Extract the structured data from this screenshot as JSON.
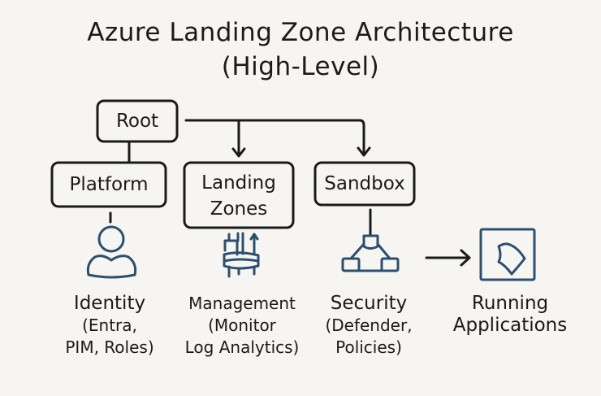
{
  "title": {
    "line1": "Azure Landing Zone Architecture",
    "line2": "(High-Level)"
  },
  "colors": {
    "ink": "#1a1a1a",
    "icon": "#2c4f6e",
    "background": "#f6f5f1"
  },
  "nodes": {
    "root": "Root",
    "platform": "Platform",
    "landing_zones_line1": "Landing",
    "landing_zones_line2": "Zones",
    "sandbox": "Sandbox"
  },
  "icons": {
    "identity": "user-icon",
    "management": "monitor-chart-icon",
    "security": "network-hierarchy-icon",
    "applications": "app-box-icon",
    "arrow": "arrow-right-icon"
  },
  "captions": {
    "identity": [
      "Identity",
      "(Entra,",
      "PIM, Roles)"
    ],
    "management": [
      "Management",
      "(Monitor",
      "Log Analytics)"
    ],
    "security": [
      "Security",
      "(Defender,",
      "Policies)"
    ],
    "applications": [
      "Running",
      "Applications"
    ]
  }
}
